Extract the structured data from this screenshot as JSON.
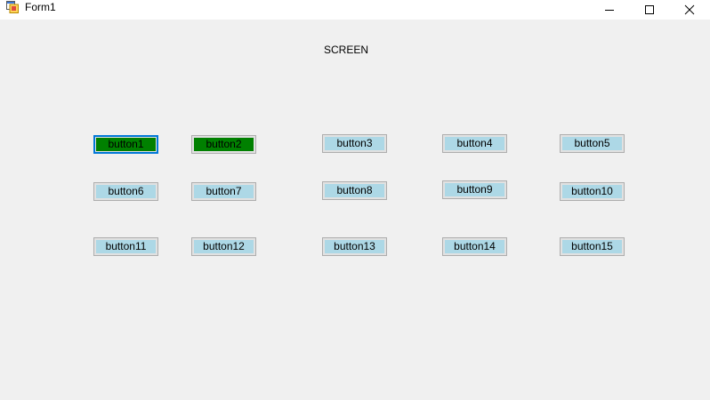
{
  "window": {
    "title": "Form1",
    "icon": "winforms-app-icon",
    "controls": [
      "minimize-icon",
      "maximize-icon",
      "close-icon"
    ]
  },
  "form": {
    "label": "SCREEN",
    "buttons": [
      {
        "label": "button1",
        "color": "#008000",
        "focused": true
      },
      {
        "label": "button2",
        "color": "#008000"
      },
      {
        "label": "button3",
        "color": "#add8e6"
      },
      {
        "label": "button4",
        "color": "#add8e6"
      },
      {
        "label": "button5",
        "color": "#add8e6"
      },
      {
        "label": "button6",
        "color": "#add8e6"
      },
      {
        "label": "button7",
        "color": "#add8e6"
      },
      {
        "label": "button8",
        "color": "#add8e6"
      },
      {
        "label": "button9",
        "color": "#add8e6"
      },
      {
        "label": "button10",
        "color": "#add8e6"
      },
      {
        "label": "button11",
        "color": "#add8e6"
      },
      {
        "label": "button12",
        "color": "#add8e6"
      },
      {
        "label": "button13",
        "color": "#add8e6"
      },
      {
        "label": "button14",
        "color": "#add8e6"
      },
      {
        "label": "button15",
        "color": "#add8e6"
      }
    ]
  }
}
